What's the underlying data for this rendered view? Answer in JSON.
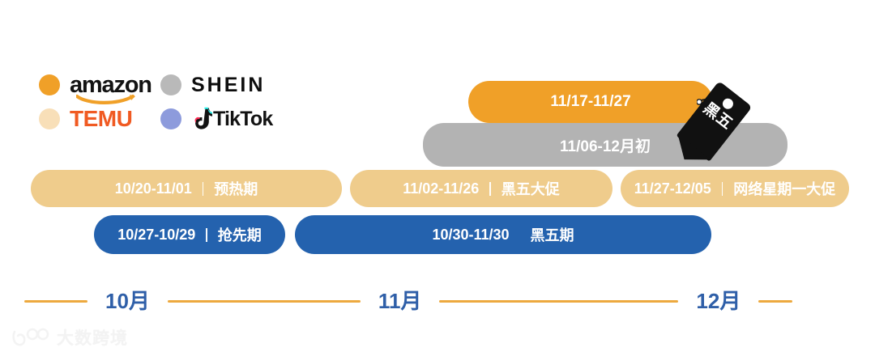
{
  "legend": {
    "items": [
      {
        "name": "amazon",
        "label": "amazon",
        "dot_color": "#F0A028"
      },
      {
        "name": "shein",
        "label": "SHEIN",
        "dot_color": "#B9B9B9"
      },
      {
        "name": "temu",
        "label": "TEMU",
        "dot_color": "#F8DFB8"
      },
      {
        "name": "tiktok",
        "label": "TikTok",
        "dot_color": "#8D9BDC"
      }
    ]
  },
  "bars": {
    "amazon": {
      "date": "11/17-11/27",
      "phase": "",
      "color": "#F0A028"
    },
    "shein": {
      "date": "11/06-12月初",
      "phase": "",
      "color": "#B3B3B3"
    },
    "temu_1": {
      "date": "10/20-11/01",
      "phase": "预热期",
      "color": "#EFCC8C"
    },
    "temu_2": {
      "date": "11/02-11/26",
      "phase": "黑五大促",
      "color": "#EFCC8C"
    },
    "temu_3": {
      "date": "11/27-12/05",
      "phase": "网络星期一大促",
      "color": "#EFCC8C"
    },
    "tiktok_1": {
      "date": "10/27-10/29",
      "phase": "抢先期",
      "color": "#2462AE"
    },
    "tiktok_2": {
      "date": "10/30-11/30",
      "phase": "黑五期",
      "color": "#2462AE"
    }
  },
  "tag": {
    "label": "黑五",
    "color": "#111111"
  },
  "axis": {
    "months": [
      "10月",
      "11月",
      "12月"
    ],
    "line_color": "#EDA93F",
    "label_color": "#2F5FA8"
  },
  "watermark": {
    "text": "大数跨境"
  }
}
